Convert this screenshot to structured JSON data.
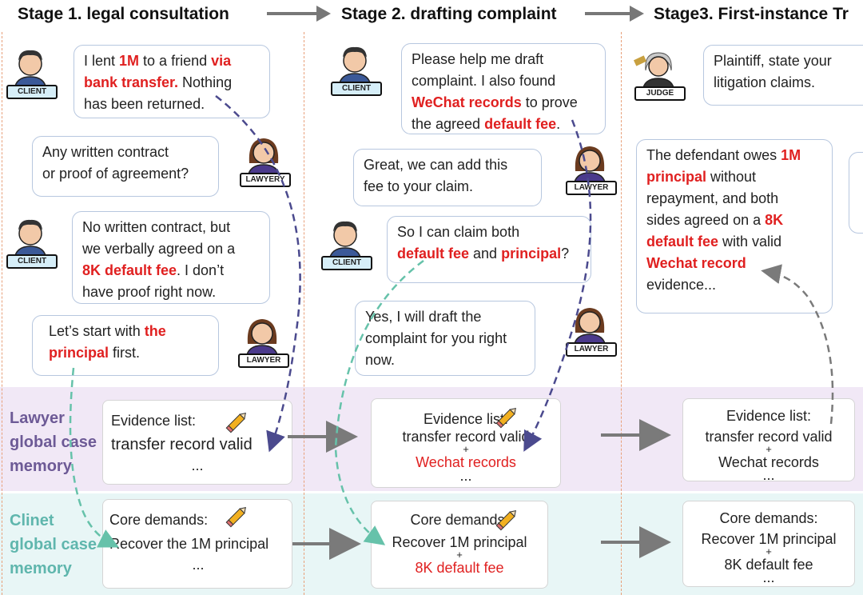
{
  "stages": [
    {
      "title": "Stage 1. legal consultation"
    },
    {
      "title": "Stage 2. drafting complaint"
    },
    {
      "title": "Stage3. First-instance Tr"
    }
  ],
  "roles": {
    "client": "CLIENT",
    "lawyer": "LAWYER",
    "lawyer_alt": "LAWYERY",
    "judge": "JUDGE"
  },
  "stage1": {
    "b1": {
      "t1": "I lent ",
      "t2": "1M",
      "t3": " to a friend ",
      "t4": "via",
      "t5": "bank transfer.",
      "t6": " Nothing",
      "t7": "has been returned."
    },
    "b2": {
      "l1": "Any written contract",
      "l2": "or proof of agreement?"
    },
    "b3": {
      "l1": "No written contract, but",
      "l2": "we verbally agreed on a",
      "t3": "8K default fee",
      "t4": ". I don’t",
      "l5": "have proof right now."
    },
    "b4": {
      "t1": "Let’s start with ",
      "t2": "the",
      "t3": "principal",
      "t4": "  first."
    }
  },
  "stage2": {
    "b1": {
      "l1": "Please help me draft",
      "l2": "complaint. I also found",
      "t3": "WeChat records",
      "t4": " to prove",
      "t5": "the agreed ",
      "t6": "default fee",
      "t7": "."
    },
    "b2": {
      "l1": "Great, we can add this",
      "l2": "fee to your claim."
    },
    "b3": {
      "l1": "So I can claim both",
      "t2": "default fee",
      "t3": " and ",
      "t4": "principal",
      "t5": "?"
    },
    "b4": {
      "l1": "Yes, I will draft the",
      "l2": "complaint for you right",
      "l3": "now."
    }
  },
  "stage3": {
    "b1": {
      "l1": "Plaintiff, state your",
      "l2": "litigation claims."
    },
    "b2": {
      "t1": "The defendant owes ",
      "t2": "1M",
      "t3": "principal",
      "t4": " without",
      "l5": "repayment, and both",
      "t6": "sides agreed on a ",
      "t7": "8K",
      "t8": "default fee",
      "t9": " with valid",
      "t10": "Wechat record",
      "l11": "evidence..."
    }
  },
  "lawyer_memory": {
    "label_l1": "Lawyer",
    "label_l2": "global case",
    "label_l3": "memory",
    "box1": {
      "title": "Evidence list:",
      "l1": "transfer record valid",
      "l2": "..."
    },
    "box2": {
      "title": "Evidence list:",
      "l1": "transfer record valid",
      "plus": "+",
      "l2": "Wechat records",
      "l3": "..."
    },
    "box3": {
      "title": "Evidence list:",
      "l1": "transfer record valid",
      "plus": "+",
      "l2": "Wechat records",
      "l3": "..."
    }
  },
  "client_memory": {
    "label_l1": "Clinet",
    "label_l2": "global case",
    "label_l3": "memory",
    "box1": {
      "title": "Core demands:",
      "l1": "Recover the 1M principal",
      "l2": "..."
    },
    "box2": {
      "title": "Core demands:",
      "l1": "Recover 1M principal",
      "plus": "+",
      "l2": "8K default fee"
    },
    "box3": {
      "title": "Core demands:",
      "l1": "Recover 1M principal",
      "plus": "+",
      "l2": "8K default fee",
      "l3": "..."
    }
  },
  "colors": {
    "accent_red": "#e02020",
    "lawyer_band": "#f1e8f6",
    "client_band": "#e8f6f6",
    "lawyer_label": "#6d5a96",
    "client_label": "#5fb6ad",
    "lawyer_arrow": "#4b4a8e",
    "client_arrow": "#66c2aa",
    "stage3_arrow": "#7a7a7a"
  },
  "icons": {
    "pencil": "pencil-icon",
    "client_avatar": "client-avatar-icon",
    "lawyer_avatar": "lawyer-avatar-icon",
    "judge_avatar": "judge-avatar-icon"
  }
}
